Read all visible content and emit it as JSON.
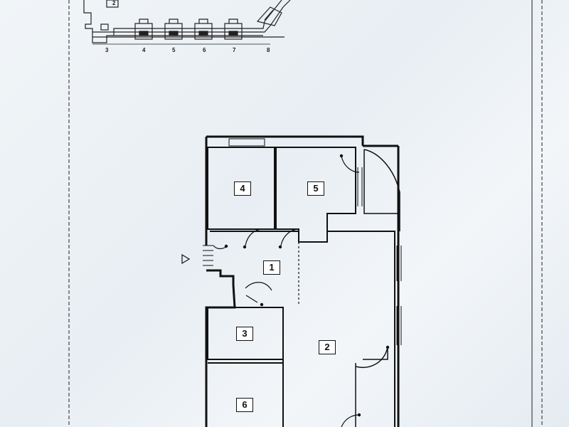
{
  "site_plan": {
    "axis_labels": [
      "3",
      "4",
      "5",
      "6",
      "7",
      "8"
    ],
    "corner_mark": "2"
  },
  "floor_plan": {
    "rooms": [
      "4",
      "5",
      "1",
      "3",
      "2",
      "6"
    ]
  }
}
